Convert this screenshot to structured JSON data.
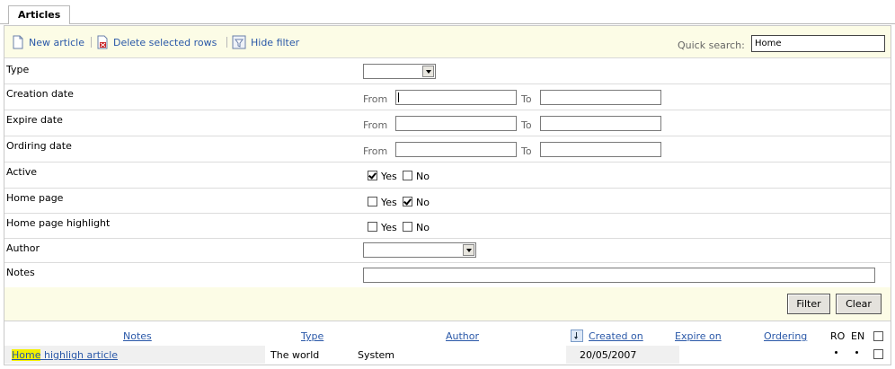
{
  "tab": {
    "label": "Articles"
  },
  "toolbar": {
    "new_article": "New article",
    "delete_rows": "Delete selected rows",
    "hide_filter": "Hide filter",
    "quick_search_label": "Quick search:",
    "quick_search_value": "Home"
  },
  "filters": {
    "type": {
      "label": "Type"
    },
    "creation_date": {
      "label": "Creation date",
      "from": "From",
      "to": "To"
    },
    "expire_date": {
      "label": "Expire date",
      "from": "From",
      "to": "To"
    },
    "ordering_date": {
      "label": "Ordiring date",
      "from": "From",
      "to": "To"
    },
    "active": {
      "label": "Active",
      "yes": "Yes",
      "no": "No",
      "yes_checked": true,
      "no_checked": false
    },
    "home_page": {
      "label": "Home page",
      "yes": "Yes",
      "no": "No",
      "yes_checked": false,
      "no_checked": true
    },
    "home_highlight": {
      "label": "Home page highlight",
      "yes": "Yes",
      "no": "No",
      "yes_checked": false,
      "no_checked": false
    },
    "author": {
      "label": "Author"
    },
    "notes": {
      "label": "Notes"
    }
  },
  "buttons": {
    "filter": "Filter",
    "clear": "Clear"
  },
  "table": {
    "headers": {
      "notes": "Notes",
      "type": "Type",
      "author": "Author",
      "created_on": "Created on",
      "expire_on": "Expire on",
      "ordering": "Ordering",
      "ro": "RO",
      "en": "EN"
    },
    "rows": [
      {
        "notes_highlight": "Home",
        "notes_rest": " highligh article",
        "type": "The world",
        "author": "System",
        "created_on": "20/05/2007",
        "expire_on": "",
        "ordering": ""
      }
    ]
  }
}
